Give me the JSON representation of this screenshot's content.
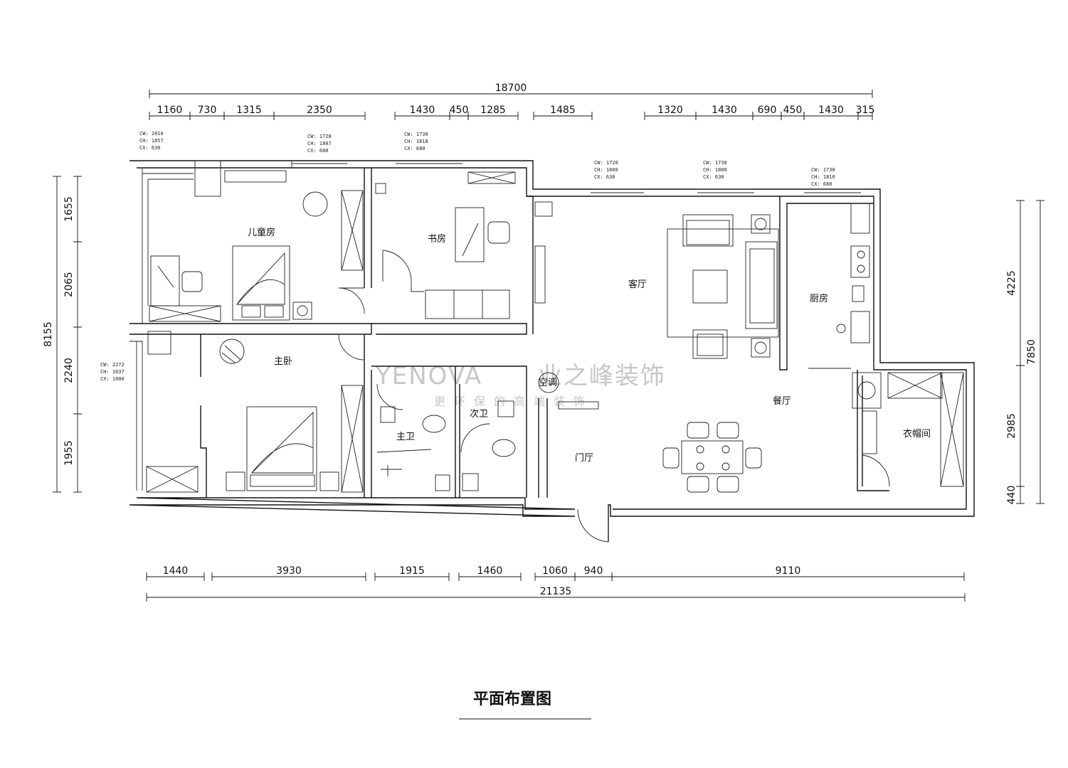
{
  "title": "平面布置图",
  "watermark": {
    "brand": "YENOVA",
    "cn": "业之峰装饰",
    "slogan": "更环保的高端装饰"
  },
  "rooms": {
    "children": "儿童房",
    "study": "书房",
    "living": "客厅",
    "kitchen": "厨房",
    "master": "主卧",
    "master_bath": "主卫",
    "second_bath": "次卫",
    "ac": "空调",
    "dining": "餐厅",
    "entry": "门厅",
    "cloak": "衣帽间"
  },
  "dims": {
    "top_total": "18700",
    "top": [
      "1160",
      "730",
      "1315",
      "2350",
      "1430",
      "450",
      "1285",
      "1485",
      "1320",
      "1430",
      "690",
      "450",
      "1430",
      "315"
    ],
    "bottom_total": "21135",
    "bottom": [
      "1440",
      "3930",
      "1915",
      "1460",
      "1060",
      "940",
      "9110"
    ],
    "left_total": "8155",
    "left": [
      "1655",
      "2065",
      "2240",
      "1955"
    ],
    "right_total": "7850",
    "right": [
      "4225",
      "2985",
      "440"
    ]
  },
  "window_notes": [
    [
      "CW: 2810",
      "CH: 1857",
      "CX: 630"
    ],
    [
      "CW: 1728",
      "CH: 1807",
      "CX: 600"
    ],
    [
      "CW: 1730",
      "CH: 1818",
      "CX: 680"
    ],
    [
      "CW: 1720",
      "CH: 1800",
      "CX: 630"
    ],
    [
      "CW: 1730",
      "CH: 1800",
      "CX: 630"
    ],
    [
      "CW: 1730",
      "CH: 1810",
      "CX: 680"
    ],
    [
      "CW: 2272",
      "CH: 1637",
      "CX: 1000"
    ]
  ]
}
